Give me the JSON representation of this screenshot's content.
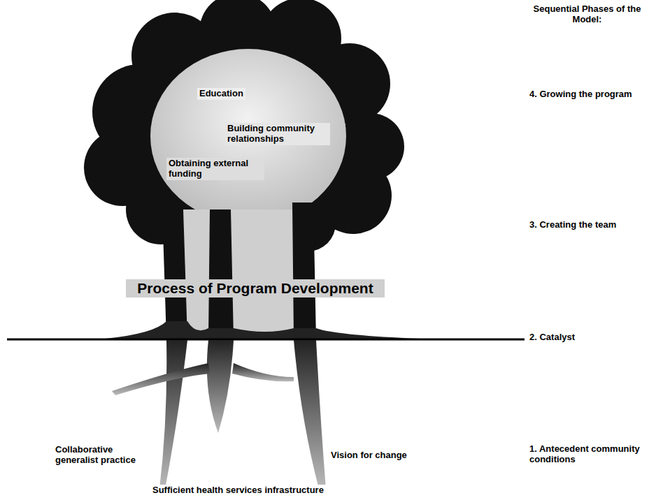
{
  "diagram": {
    "labels": [
      "Sequential Phases of the Model:",
      "Education",
      "4. Growing the program",
      "Building community relationships",
      "Obtaining external funding",
      "3. Creating the team",
      "Process of Program Development",
      "2. Catalyst",
      "Collaborative generalist practice",
      "Vision for change",
      "1. Antecedent community conditions",
      "Sufficient health services infrastructure"
    ]
  }
}
